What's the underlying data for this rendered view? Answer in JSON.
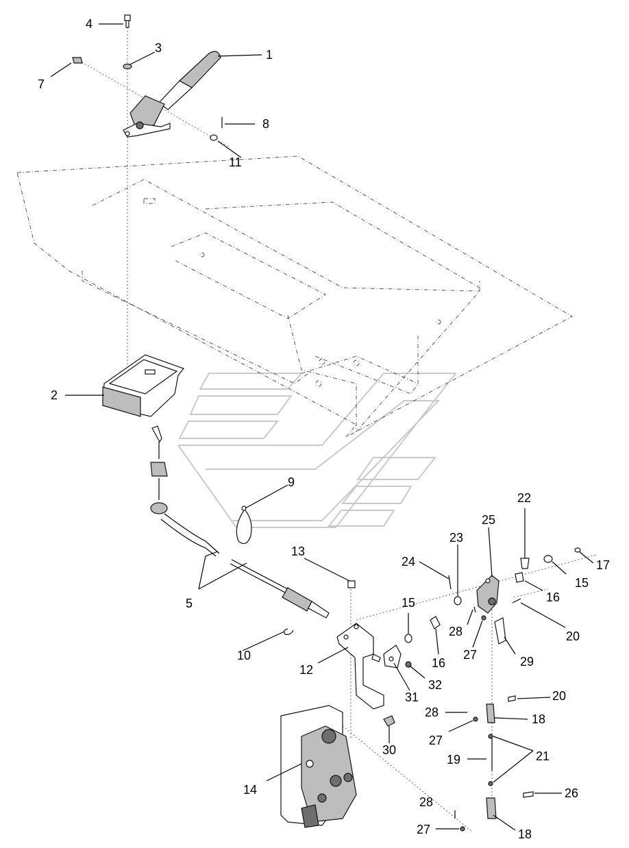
{
  "callouts": [
    "1",
    "2",
    "3",
    "4",
    "5",
    "7",
    "8",
    "9",
    "10",
    "11",
    "12",
    "13",
    "14",
    "15",
    "15",
    "16",
    "16",
    "17",
    "18",
    "18",
    "19",
    "20",
    "20",
    "21",
    "22",
    "23",
    "24",
    "25",
    "26",
    "27",
    "27",
    "27",
    "28",
    "28",
    "28",
    "29",
    "30",
    "31",
    "32"
  ],
  "colors": {
    "line": "#111111",
    "part_fill": "#bdbdbd",
    "dark_fill": "#6e6e6e",
    "watermark": "#c9c9c9"
  }
}
